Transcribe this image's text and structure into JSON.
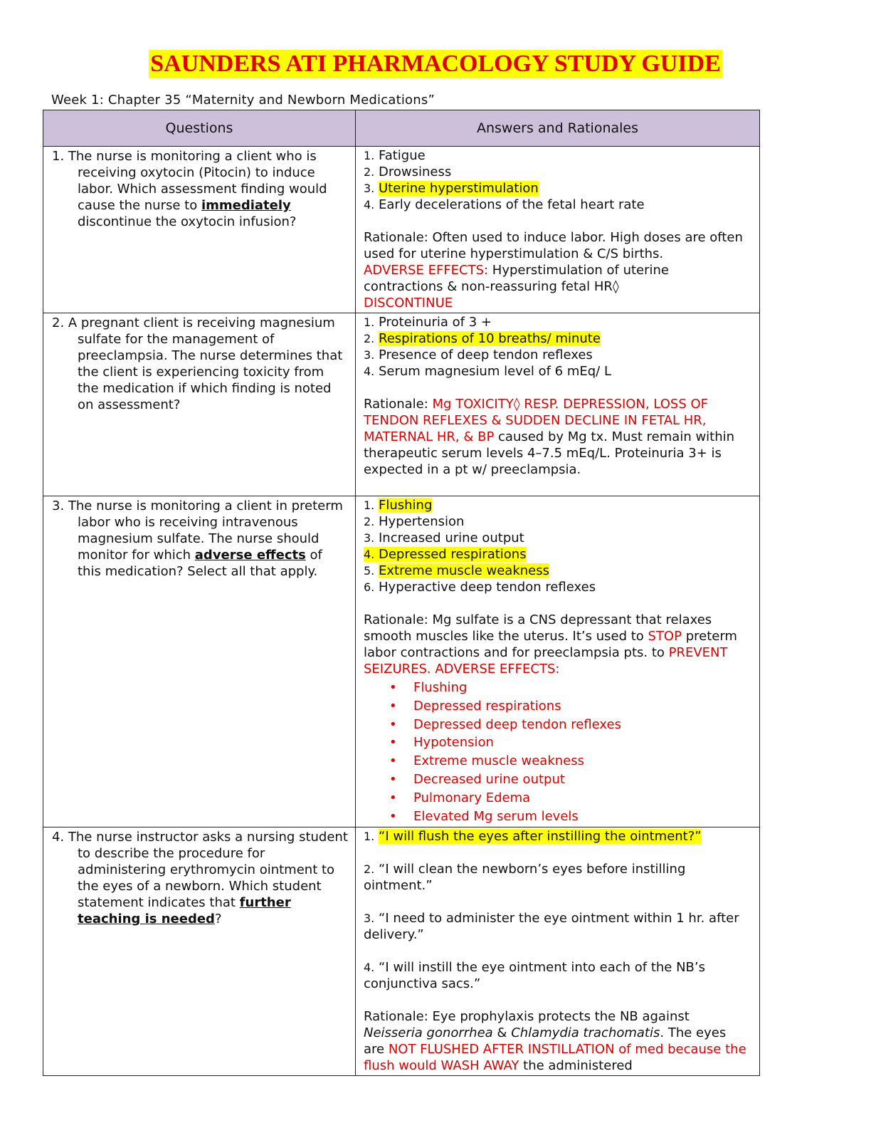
{
  "title": "SAUNDERS ATI PHARMACOLOGY STUDY GUIDE",
  "week": "Week 1: Chapter 35 “Maternity and Newborn Medications”",
  "headers": {
    "questions": "Questions",
    "answers": "Answers and Rationales"
  },
  "q1": {
    "text_a": "1. The nurse is monitoring a client who is receiving oxytocin (Pitocin) to induce labor. Which assessment finding would cause the nurse to ",
    "emph": "immediately",
    "text_b": " discontinue the oxytocin infusion?",
    "options": [
      "Fatigue",
      "Drowsiness",
      "Uterine hyperstimulation",
      "Early decelerations of the fetal heart rate"
    ],
    "rationale_1": "Rationale: Often used to induce labor. High doses are often used for uterine hyperstimulation & C/S births.",
    "adverse_label": "ADVERSE EFFECTS:",
    "adverse_text": " Hyperstimulation of uterine contractions & non-reassuring fetal HR◊",
    "discontinue": "DISCONTINUE"
  },
  "q2": {
    "text": "2. A pregnant client is receiving magnesium sulfate for the management of preeclampsia. The nurse determines that the client is experiencing toxicity from the medication if which finding is noted on assessment?",
    "options": [
      "Proteinuria of 3 +",
      "Respirations of 10 breaths/ minute",
      "Presence of deep tendon reflexes",
      "Serum magnesium level of 6 mEq/ L"
    ],
    "rationale_label": "Rationale: ",
    "rationale_red": "Mg TOXICITY◊ RESP. DEPRESSION, LOSS OF TENDON REFLEXES & SUDDEN DECLINE IN FETAL HR, MATERNAL HR, & BP",
    "rationale_rest": " caused by Mg tx. Must remain within therapeutic serum levels 4–7.5 mEq/L. Proteinuria 3+ is expected in a pt w/ preeclampsia."
  },
  "q3": {
    "text_a": "3. The nurse is monitoring a client in preterm labor who is receiving intravenous magnesium sulfate. The nurse should monitor for which ",
    "emph": "adverse effects",
    "text_b": " of this medication? Select all that apply.",
    "options": [
      "Flushing",
      "Hypertension",
      "Increased urine output",
      "Depressed respirations",
      "Extreme muscle weakness",
      "Hyperactive deep tendon reflexes"
    ],
    "rationale_a": "Rationale: Mg sulfate is a CNS depressant that relaxes smooth muscles like the uterus. It’s used to ",
    "stop": "STOP",
    "rationale_b": " preterm labor contractions and for preeclampsia pts. to ",
    "prevent": "PREVENT SEIZURES. ADVERSE EFFECTS:",
    "bullets": [
      "Flushing",
      "Depressed respirations",
      "Depressed deep tendon reflexes",
      "Hypotension",
      "Extreme muscle weakness",
      "Decreased urine output",
      "Pulmonary Edema",
      "Elevated Mg serum levels"
    ]
  },
  "q4": {
    "text_a": "4.  The nurse instructor asks a nursing student to describe the procedure for administering erythromycin ointment to the eyes of a newborn. Which student statement indicates that ",
    "emph": "further teaching is needed",
    "text_b": "?",
    "options": [
      "“I will flush the eyes after instilling the ointment?”",
      "“I will clean the newborn’s eyes before instilling ointment.”",
      "“I need to administer the eye ointment within 1 hr. after delivery.”",
      "“I will instill the eye ointment into each of the NB’s conjunctiva sacs.”"
    ],
    "rationale_a": "Rationale: Eye prophylaxis protects the NB against ",
    "italic_1": "Neisseria gonorrhea",
    "amp": " & ",
    "italic_2": "Chlamydia trachomatis",
    "rationale_b": ". The eyes are ",
    "red_a": "NOT FLUSHED AFTER INSTILLATION of med because the flush would WASH AWAY",
    "rationale_c": " the administered"
  }
}
